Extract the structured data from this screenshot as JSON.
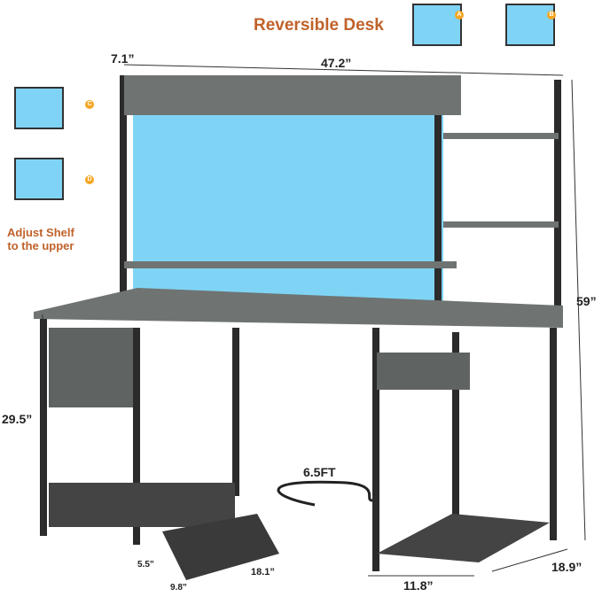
{
  "title": "Reversible Desk",
  "variants": [
    "A",
    "B",
    "C",
    "D"
  ],
  "adjust_note": [
    "Adjust Shelf",
    "to the upper"
  ],
  "dimensions": {
    "hutch_depth": "7.1”",
    "width": "47.2”",
    "total_height": "59”",
    "desk_height": "29.5”",
    "cable": "6.5FT",
    "drawer_h": "5.5”",
    "drawer_w": "9.8”",
    "drawer_d": "18.1”",
    "cabinet_w": "11.8”",
    "depth": "18.9”"
  },
  "colors": {
    "accent": "#c0622a",
    "led": "#7fd4f5",
    "frame": "#2b2b2b",
    "wood": "#6f7472"
  }
}
